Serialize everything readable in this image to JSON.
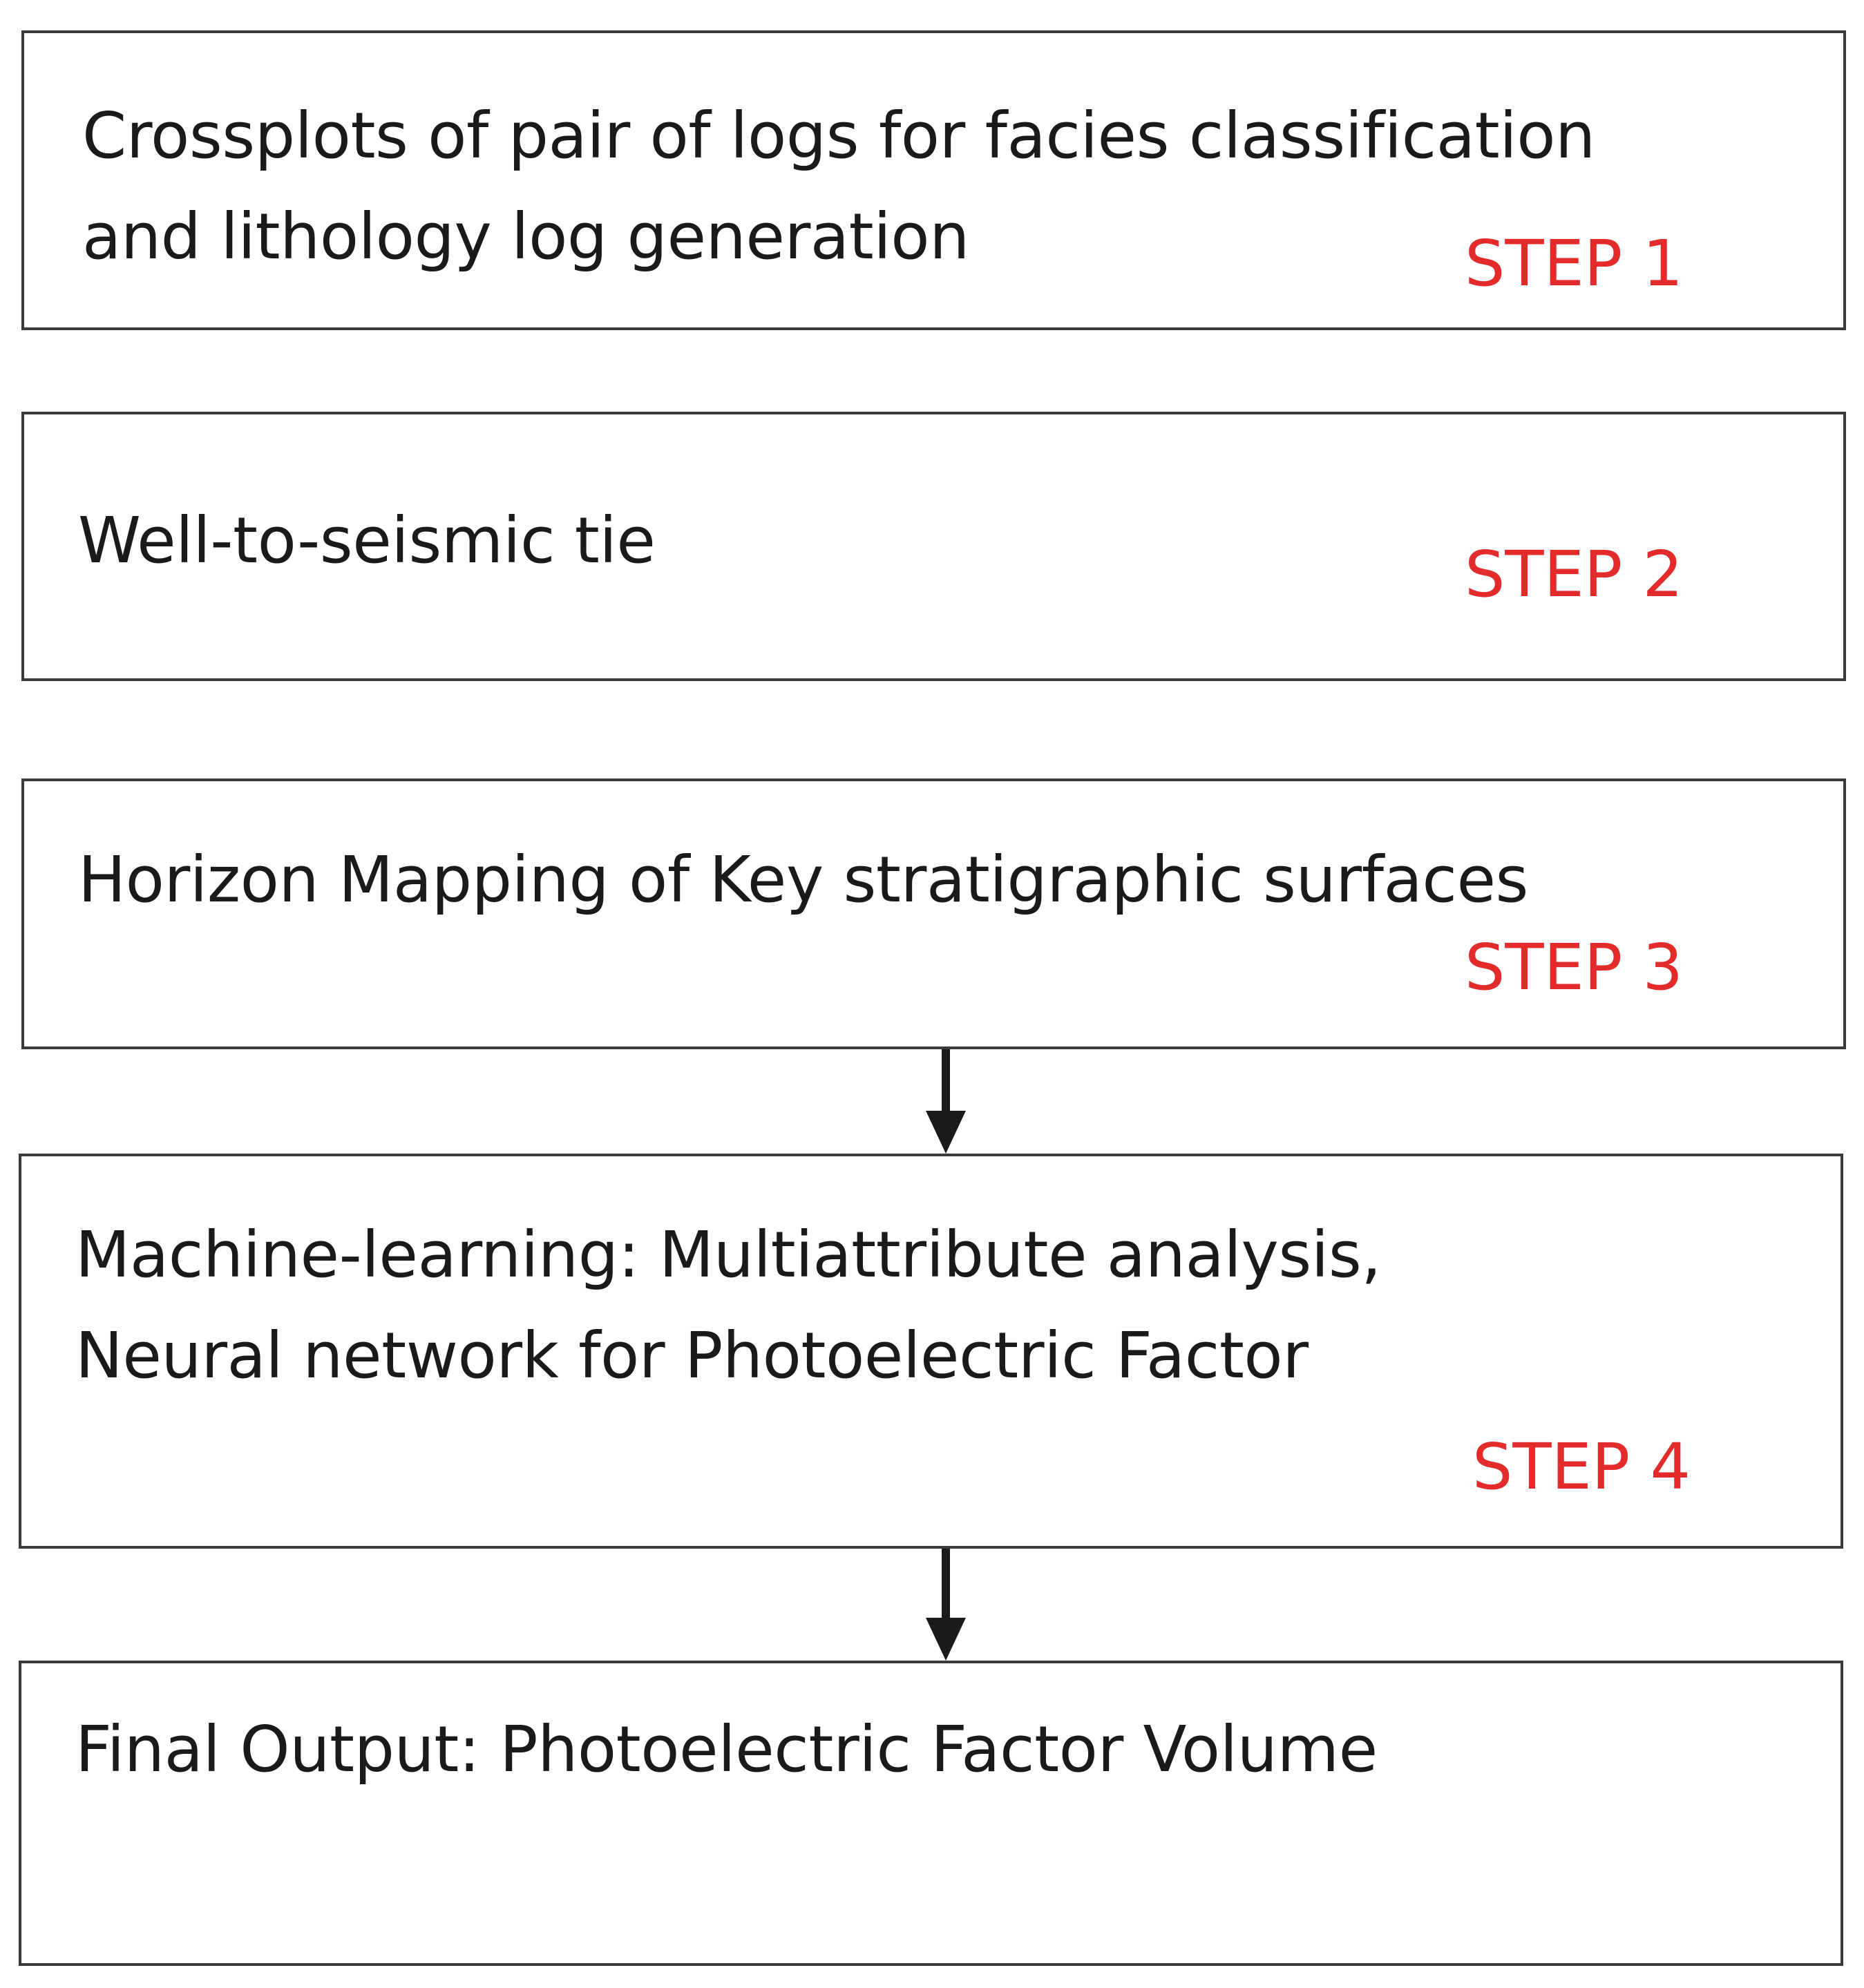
{
  "colors": {
    "step_label": "#e32b2b",
    "text": "#1a1a1a",
    "border": "#3a3a3a",
    "arrow": "#1a1a1a"
  },
  "steps": [
    {
      "lines": [
        "Crossplots of pair of logs for  facies classification",
        "and lithology log generation"
      ],
      "label": "STEP 1"
    },
    {
      "lines": [
        "Well-to-seismic tie"
      ],
      "label": "STEP 2"
    },
    {
      "lines": [
        "Horizon Mapping of Key stratigraphic surfaces"
      ],
      "label": "STEP 3"
    },
    {
      "lines": [
        "Machine-learning: Multiattribute analysis,",
        "Neural network  for Photoelectric Factor"
      ],
      "label": "STEP 4"
    }
  ],
  "final": {
    "lines": [
      "Final Output: Photoelectric Factor Volume"
    ]
  }
}
